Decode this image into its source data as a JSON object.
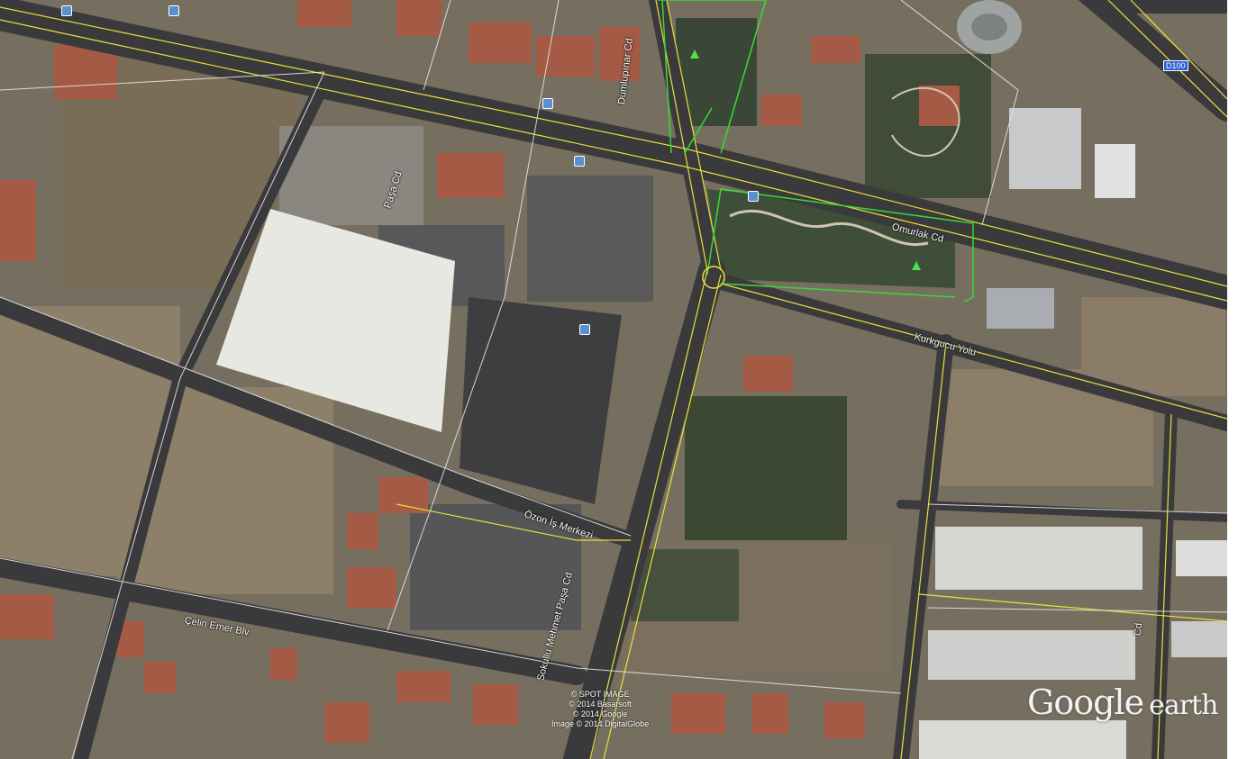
{
  "map": {
    "labels": {
      "dumlupinar": "Dumlupınar Cd",
      "omurlak": "Omurlak Cd",
      "kurkgucu": "Kurkgucu Yolu",
      "ozonis": "Özon İş Merkezi",
      "celinemer": "Çelin Emer Blv",
      "sokullu": "Sokullu Mehmet Paşa Cd",
      "pasa": "Paşa Cd",
      "cad": "Cd",
      "d100": "D100"
    },
    "credits": [
      "© SPOT IMAGE",
      "© 2014 Basarsoft",
      "© 2014 Google",
      "Image © 2014 DigitalGlobe"
    ],
    "logo": {
      "word": "Google",
      "suffix": "earth"
    },
    "colors": {
      "road_line": "#e8e23a",
      "park_border": "#38d838",
      "terrain": "#7a6f5d"
    }
  }
}
